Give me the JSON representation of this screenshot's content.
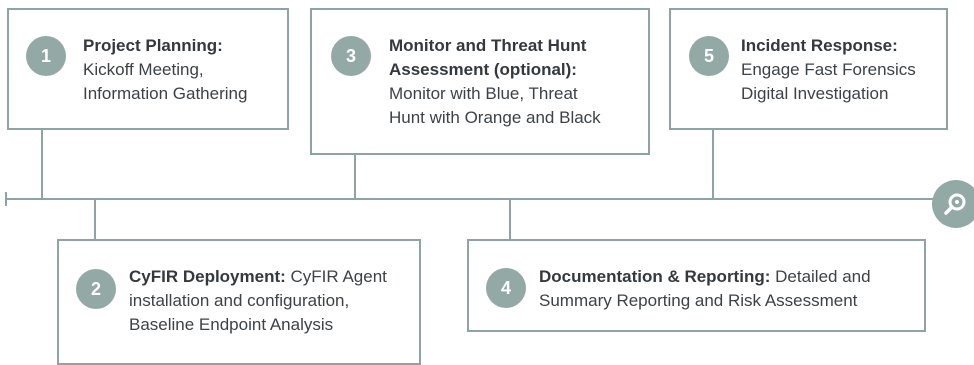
{
  "colors": {
    "line": "#8fa3a3",
    "badge": "#93a9a6",
    "text": "#3d4246"
  },
  "steps": [
    {
      "number": "1",
      "title": "Project Planning:",
      "line1": "Kickoff Meeting,",
      "line2": "Information Gathering"
    },
    {
      "number": "2",
      "title": "CyFIR Deployment:",
      "title_tail": " CyFIR Agent",
      "line1": "installation and configuration,",
      "line2": "Baseline Endpoint Analysis"
    },
    {
      "number": "3",
      "title_line1": "Monitor and Threat Hunt",
      "title_line2": "Assessment (optional):",
      "line1": "Monitor with Blue, Threat",
      "line2": "Hunt with Orange and Black"
    },
    {
      "number": "4",
      "title": "Documentation & Reporting:",
      "title_tail": " Detailed and",
      "line1": "Summary Reporting and Risk Assessment"
    },
    {
      "number": "5",
      "title": "Incident Response:",
      "line1": "Engage Fast Forensics",
      "line2": "Digital Investigation"
    }
  ],
  "end_icon": "magnifier-icon"
}
